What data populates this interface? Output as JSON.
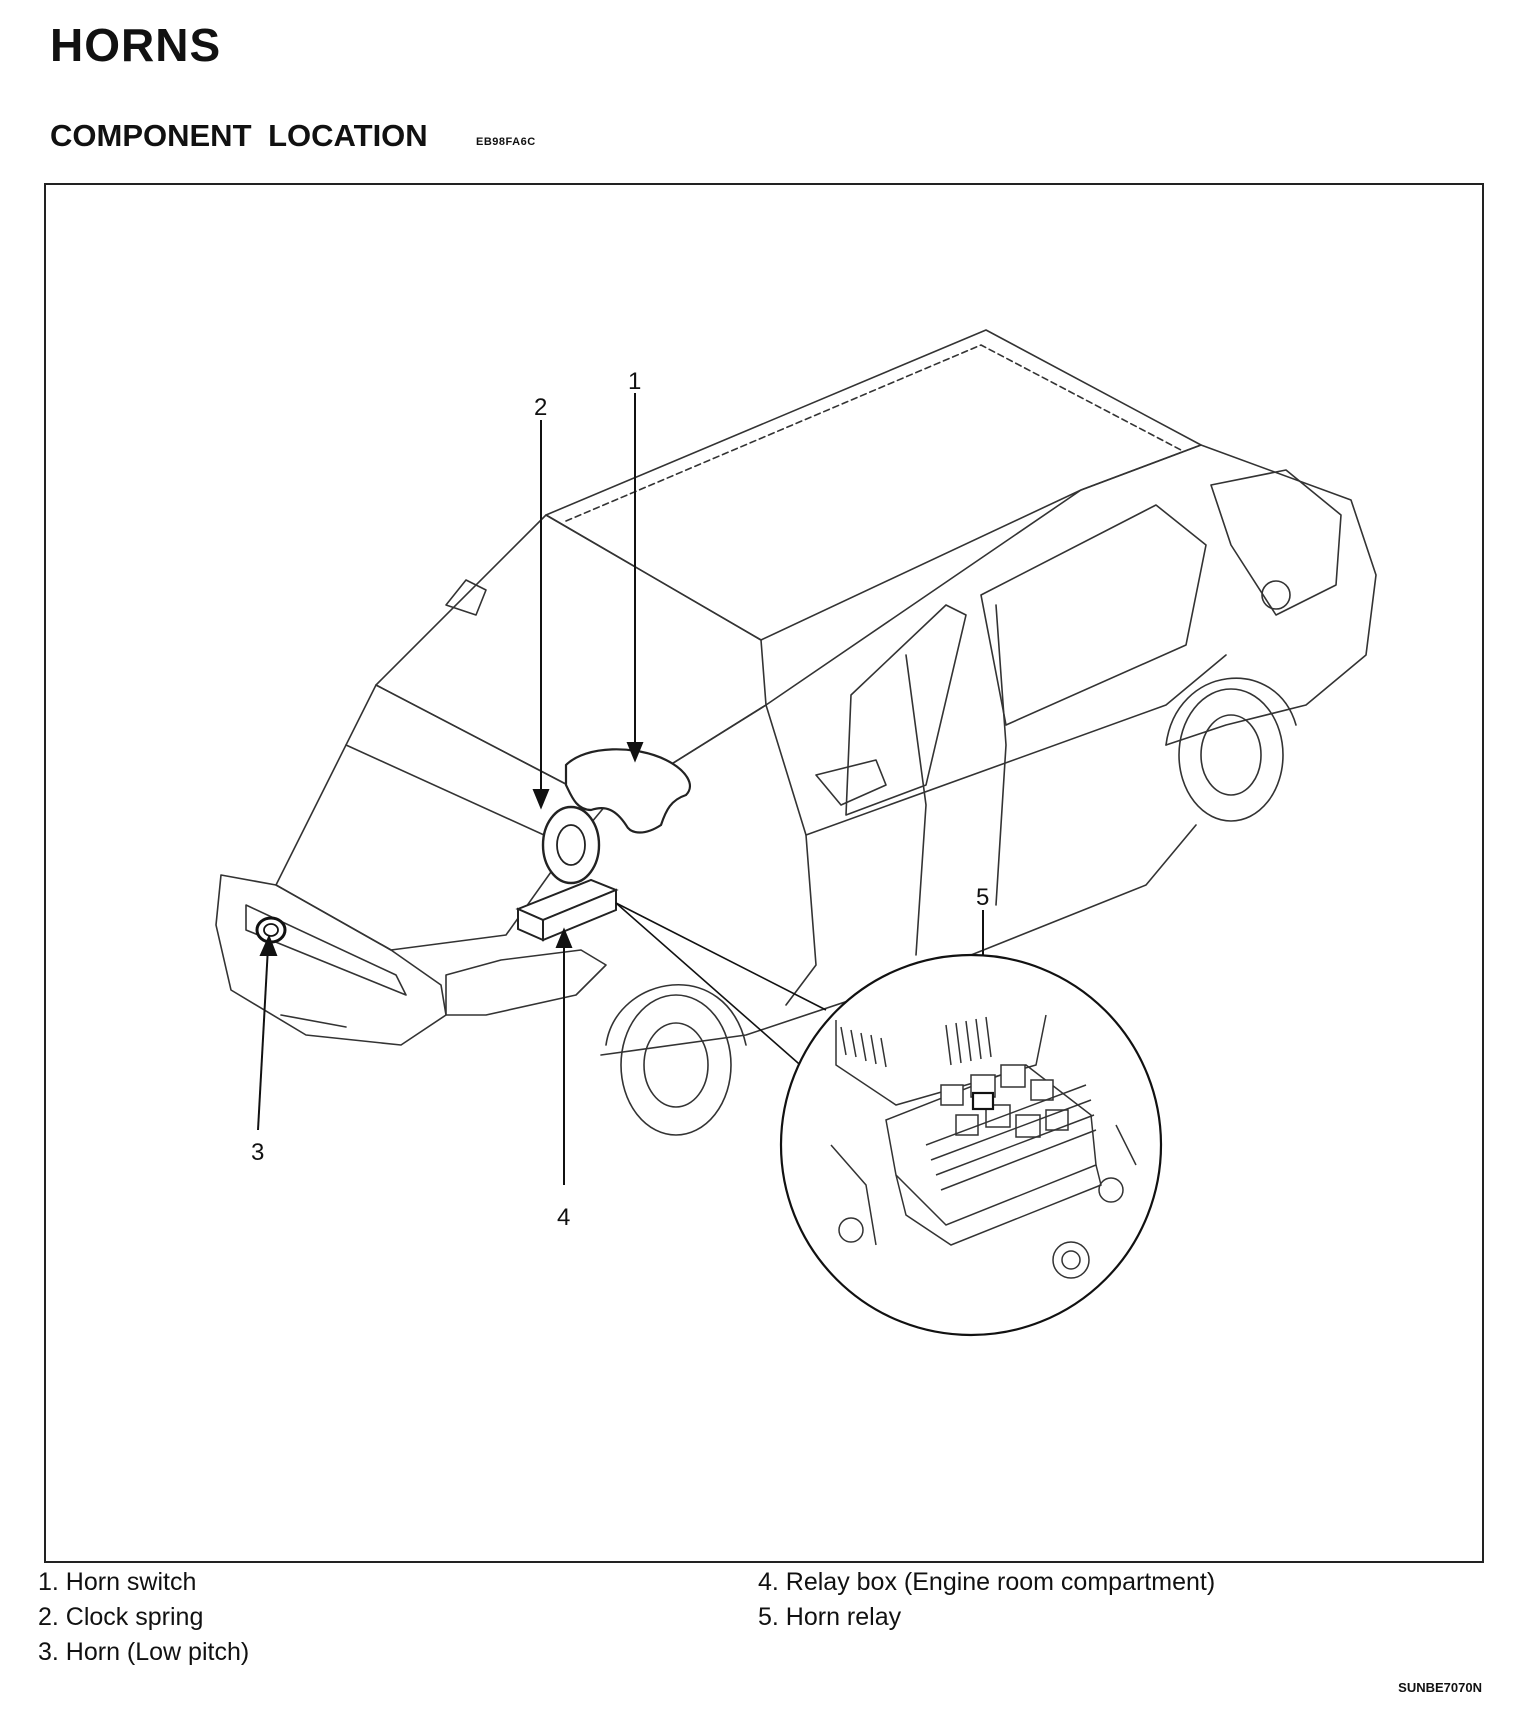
{
  "header": {
    "title": "HORNS",
    "section": "COMPONENT LOCATION",
    "section_code": "EB98FA6C"
  },
  "figure": {
    "callouts": [
      "1",
      "2",
      "3",
      "4",
      "5"
    ],
    "figure_code": "SUNBE7070N"
  },
  "legend": {
    "left": [
      "1. Horn switch",
      "2. Clock spring",
      "3. Horn (Low pitch)"
    ],
    "right": [
      "4. Relay box (Engine room compartment)",
      "5. Horn relay"
    ]
  }
}
